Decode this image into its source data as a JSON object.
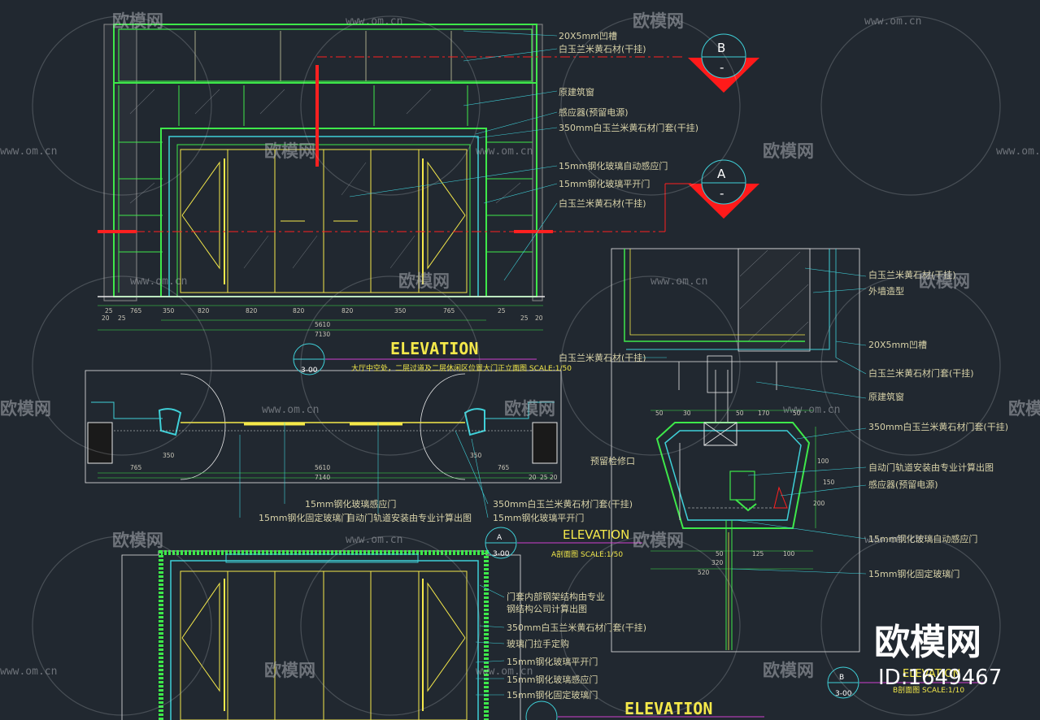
{
  "watermark": {
    "brand": "欧模网",
    "url": "www.om.cn",
    "big_brand": "欧模网",
    "id": "ID:1649467"
  },
  "elevation_view": {
    "labels": [
      "20X5mm凹槽",
      "白玉兰米黄石材(干挂)",
      "原建筑窗",
      "感应器(预留电源)",
      "350mm白玉兰米黄石材门套(干挂)",
      "15mm钢化玻璃自动感应门",
      "15mm钢化玻璃平开门",
      "白玉兰米黄石材(干挂)"
    ],
    "dims_top": [
      "25",
      "765",
      "350",
      "820",
      "820",
      "820",
      "820",
      "350",
      "765",
      "25"
    ],
    "dims_left": [
      "20",
      "25"
    ],
    "dims_right": [
      "25",
      "20"
    ],
    "total_inner": "5610",
    "total_outer": "7130",
    "title": "ELEVATION",
    "subtitle": "大厅中空处，二层过道及二层休闲区位置大门正立面图 SCALE:1/50",
    "bubble_sheet": "3-00"
  },
  "plan_view": {
    "dims": [
      "765",
      "350",
      "5610",
      "350",
      "765",
      "7140",
      "20",
      "25",
      "20"
    ],
    "labels_below": [
      "15mm钢化玻璃感应门",
      "15mm钢化固定玻璃门",
      "自动门轨道安装由专业计算出图",
      "350mm白玉兰米黄石材门套(干挂)",
      "15mm钢化玻璃平开门"
    ]
  },
  "section_a": {
    "labels_right": [
      "白玉兰米黄石材(干挂)",
      "外墙造型",
      "20X5mm凹槽",
      "白玉兰米黄石材门套(干挂)",
      "原建筑窗",
      "350mm白玉兰米黄石材门套(干挂)",
      "自动门轨道安装由专业计算出图",
      "感应器(预留电源)",
      "15mm钢化玻璃自动感应门",
      "15mm钢化固定玻璃门"
    ],
    "label_top_left": "白玉兰米黄石材(干挂)",
    "label_left": "预留检修口",
    "dims_top": [
      "50",
      "30",
      "50",
      "170",
      "50"
    ],
    "dims_right": [
      "100",
      "150",
      "200"
    ],
    "dims_bottom": [
      "50",
      "125",
      "100",
      "320",
      "520"
    ],
    "title": "ELEVATION",
    "subtitle": "A剖面图 SCALE:1/50",
    "bubble_letter": "A",
    "bubble_sheet": "3-00"
  },
  "lower_elevation": {
    "labels": [
      "门套内部钢架结构由专业",
      "钢结构公司计算出图",
      "350mm白玉兰米黄石材门套(干挂)",
      "玻璃门拉手定购",
      "15mm钢化玻璃平开门",
      "15mm钢化玻璃感应门",
      "15mm钢化固定玻璃门"
    ],
    "title": "ELEVATION"
  },
  "section_b": {
    "title": "ELEVATION",
    "subtitle": "B剖面图 SCALE:1/10",
    "bubble_letter": "B",
    "bubble_sheet": "3-00"
  },
  "section_markers": [
    {
      "letter": "B",
      "sub": "-"
    },
    {
      "letter": "A",
      "sub": "-"
    }
  ],
  "colors": {
    "background": "#212830",
    "green": "#3ee84a",
    "yellow": "#f5e94a",
    "cyan": "#3fd0d8",
    "red": "#ff2020",
    "magenta": "#d040d0",
    "white": "#e8e8e8"
  }
}
